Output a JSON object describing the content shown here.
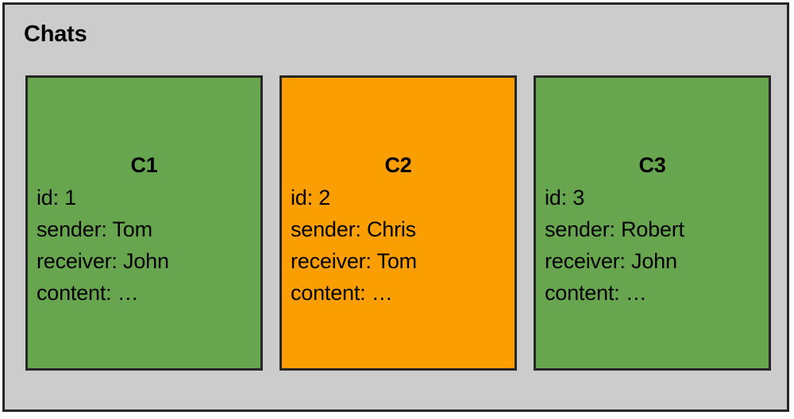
{
  "container": {
    "title": "Chats",
    "background_color": "#cccccc",
    "border_color": "#262626"
  },
  "colors": {
    "card_green": "#67a64e",
    "card_orange": "#fb9e02",
    "background_gray": "#cccccc",
    "border_dark": "#262626",
    "text": "#000000"
  },
  "cards": [
    {
      "title": "C1",
      "color": "#67a64e",
      "color_name": "green",
      "fields": [
        "id: 1",
        "sender: Tom",
        "receiver: John",
        "content: …"
      ]
    },
    {
      "title": "C2",
      "color": "#fb9e02",
      "color_name": "orange",
      "fields": [
        "id: 2",
        "sender: Chris",
        "receiver: Tom",
        "content: …"
      ]
    },
    {
      "title": "C3",
      "color": "#67a64e",
      "color_name": "green",
      "fields": [
        "id: 3",
        "sender: Robert",
        "receiver: John",
        "content: …"
      ]
    }
  ]
}
